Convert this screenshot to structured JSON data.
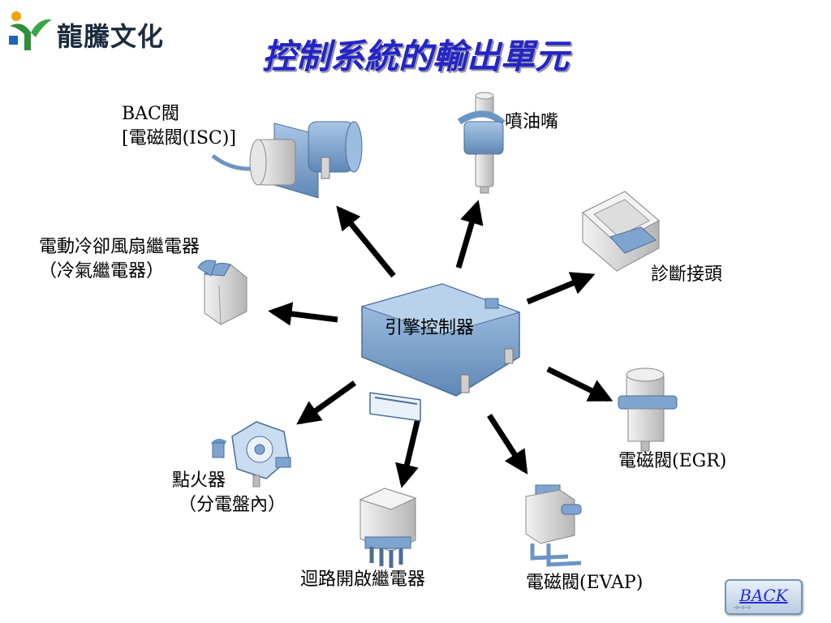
{
  "logo": {
    "text": "龍騰文化"
  },
  "title": "控制系統的輸出單元",
  "center": {
    "label": "引擎控制器"
  },
  "labels": {
    "bac_line1": "BAC閥",
    "bac_line2": "[電磁閥(ISC)]",
    "injector": "噴油嘴",
    "diag": "診斷接頭",
    "fan_line1": "電動冷卻風扇繼電器",
    "fan_line2": "（冷氣繼電器）",
    "egr": "電磁閥(EGR)",
    "igniter_line1": "點火器",
    "igniter_line2": "（分電盤內）",
    "relay": "迴路開啟繼電器",
    "evap": "電磁閥(EVAP)"
  },
  "back": {
    "label": "BACK"
  },
  "colors": {
    "title": "#2424c8",
    "component": "#7fa4cf",
    "metal": "#dcdcdc",
    "arrow": "#000000"
  }
}
